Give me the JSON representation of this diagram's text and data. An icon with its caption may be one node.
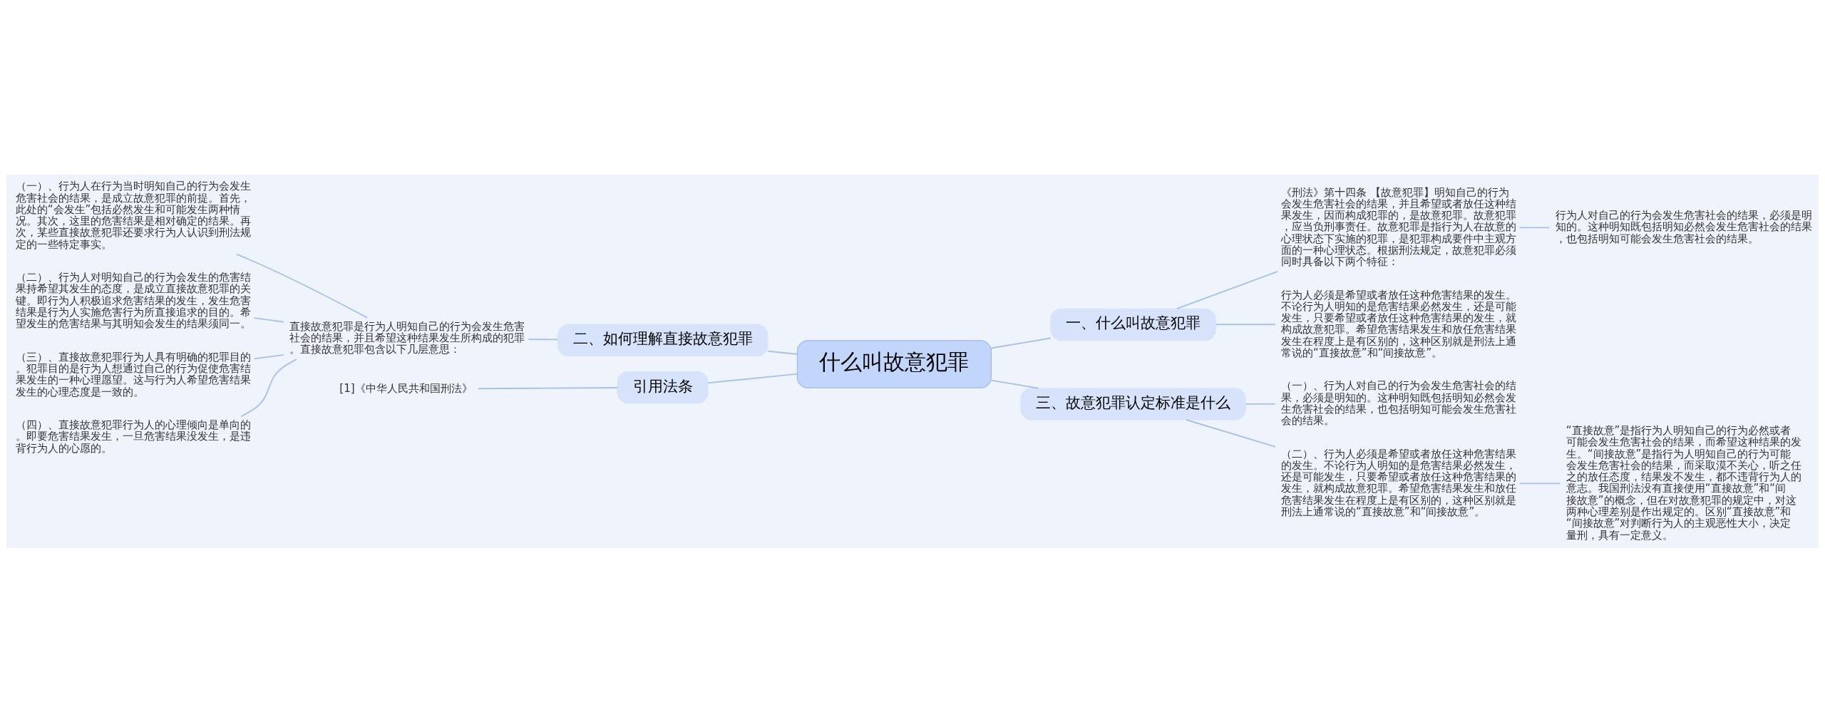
{
  "diagram": {
    "nodes": [
      {
        "text": [
          "什么叫故意犯罪"
        ]
      },
      {
        "text": [
          "一、什么叫故意犯罪"
        ]
      },
      {
        "text": [
          "《刑法》第十四条 【故意犯罪】明知自己的行为会发生危害社会的结果，并且希望或者放任这种结果发生，因而构成犯罪的，是故意犯罪。故意犯罪，应当负刑事责任。故意犯罪是指行为人在故意的心理状态下实施的犯罪，是犯罪构成要件中主观方面的一种心理状态。根据刑法规定，故意犯罪必须同时具备以下两个特征："
        ]
      },
      {
        "text": [
          "行为人对自己的行为会发生危害社会的结果，必须是明知的。这种明知既包括明知必然会发生危害社会的结果，也包括明知可能会发生危害社会的结果。"
        ]
      },
      {
        "text": [
          "行为人必须是希望或者放任这种危害结果的发生。不论行为人明知的是危害结果必然发生，还是可能发生，只要希望或者放任这种危害结果的发生，就构成故意犯罪。希望危害结果发生和放任危害结果发生在程度上是有区别的，这种区别就是刑法上通常说的“直接故意”和“间接故意”。"
        ]
      },
      {
        "text": [
          "三、故意犯罪认定标准是什么"
        ]
      },
      {
        "text": [
          "（一）、行为人对自己的行为会发生危害社会的结果，必须是明知的。这种明知既包括明知必然会发生危害社会的结果，也包括明知可能会发生危害社会的结果。"
        ]
      },
      {
        "text": [
          "（二）、行为人必须是希望或者放任这种危害结果的发生。不论行为人明知的是危害结果必然发生，还是可能发生，只要希望或者放任这种危害结果的发生，就构成故意犯罪。希望危害结果发生和放任危害结果发生在程度上是有区别的，这种区别就是刑法上通常说的“直接故意”和“间接故意”。"
        ]
      },
      {
        "text": [
          "“直接故意”是指行为人明知自己的行为必然或者可能会发生危害社会的结果，而希望这种结果的发生。“间接故意”是指行为人明知自己的行为可能会发生危害社会的结果，而采取漠不关心，听之任之的放任态度，结果发不发生，都不违背行为人的意志。我国刑法没有直接使用“直接故意”和“间接故意”的概念，但在对故意犯罪的规定中，对这两种心理差别是作出规定的。区别“直接故意”和“间接故意”对判断行为人的主观恶性大小，决定量刑，具有一定意义。"
        ]
      },
      {
        "text": [
          "二、如何理解直接故意犯罪"
        ]
      },
      {
        "text": [
          "直接故意犯罪是行为人明知自己的行为会发生危害社会的结果，并且希望这种结果发生所构成的犯罪。直接故意犯罪包含以下几层意思："
        ]
      },
      {
        "text": [
          "（一）、行为人在行为当时明知自己的行为会发生危害社会的结果，是成立故意犯罪的前提。首先，此处的“会发生”包括必然发生和可能发生两种情况。其次，这里的危害结果是相对确定的结果。再次，某些直接故意犯罪还要求行为人认识到刑法规定的一些特定事实。"
        ]
      },
      {
        "text": [
          "（二）、行为人对明知自己的行为会发生的危害结果持希望其发生的态度，是成立直接故意犯罪的关键。即行为人积极追求危害结果的发生，发生危害结果是行为人实施危害行为所直接追求的目的。希望发生的危害结果与其明知会发生的结果须同一。"
        ]
      },
      {
        "text": [
          "（三）、直接故意犯罪行为人具有明确的犯罪目的。犯罪目的是行为人想通过自己的行为促使危害结果发生的一种心理愿望。这与行为人希望危害结果发生的心理态度是一致的。"
        ]
      },
      {
        "text": [
          "（四）、直接故意犯罪行为人的心理倾向是单向的。即要危害结果发生，一旦危害结果没发生，是违背行为人的心愿的。"
        ]
      },
      {
        "text": [
          "引用法条"
        ]
      },
      {
        "text": [
          "[1]《中华人民共和国刑法》"
        ]
      }
    ],
    "edges": [
      {
        "from": 0,
        "to": 1,
        "arrow": "none"
      },
      {
        "from": 1,
        "to": 2,
        "arrow": "none"
      },
      {
        "from": 2,
        "to": 3,
        "arrow": "none"
      },
      {
        "from": 1,
        "to": 4,
        "arrow": "none"
      },
      {
        "from": 0,
        "to": 5,
        "arrow": "none"
      },
      {
        "from": 5,
        "to": 6,
        "arrow": "none"
      },
      {
        "from": 5,
        "to": 7,
        "arrow": "none"
      },
      {
        "from": 7,
        "to": 8,
        "arrow": "none"
      },
      {
        "from": 0,
        "to": 9,
        "arrow": "none"
      },
      {
        "from": 9,
        "to": 10,
        "arrow": "none"
      },
      {
        "from": 10,
        "to": 11,
        "arrow": "none"
      },
      {
        "from": 10,
        "to": 12,
        "arrow": "none"
      },
      {
        "from": 10,
        "to": 13,
        "arrow": "none"
      },
      {
        "from": 10,
        "to": 14,
        "arrow": "none"
      },
      {
        "from": 0,
        "to": 15,
        "arrow": "none"
      },
      {
        "from": 15,
        "to": 16,
        "arrow": "none"
      }
    ]
  }
}
